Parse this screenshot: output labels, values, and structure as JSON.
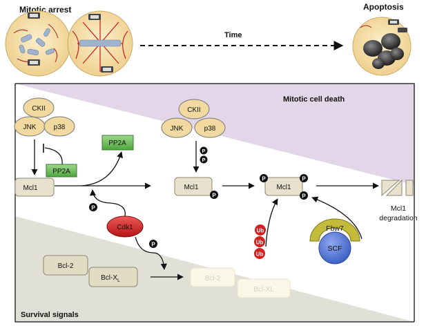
{
  "header": {
    "mitotic_arrest": "Mitotic arrest",
    "time": "Time",
    "apoptosis": "Apoptosis"
  },
  "regions": {
    "mitotic_cell_death": "Mitotic cell death",
    "survival_signals": "Survival signals"
  },
  "kinases": {
    "ckii": "CKII",
    "jnk": "JNK",
    "p38": "p38"
  },
  "proteins": {
    "mcl1": "Mcl1",
    "pp2a": "PP2A",
    "cdk1": "Cdk1",
    "fbw7": "Fbw7",
    "scf": "SCF",
    "bcl2": "Bcl-2",
    "bclxl_main": "Bcl-X",
    "bclxl_sub": "L",
    "bclxl_faded": "Bcl-XL"
  },
  "modifications": {
    "phospho": "P",
    "ubiquitin": "Ub"
  },
  "outcome": {
    "line1": "Mcl1",
    "line2": "degradation"
  },
  "colors": {
    "kinase_fill": "#f2d9a0",
    "mcl1_fill": "#e7e1cd",
    "pp2a_fill": "#6cbf5c",
    "cdk1_fill": "#d92a2a",
    "ub_fill": "#d42020",
    "scf_fill": "#4f73d6",
    "fbw7_fill": "#c4bb3a",
    "mitotic_death_bg": "#e3d6e9",
    "survival_bg": "#e1e0d6",
    "cell_fill": "#f7e4b4"
  },
  "icons": [
    "kinetochore-icon",
    "microtubule-icon",
    "chromosome-icon",
    "apoptotic-body-icon",
    "phospho-badge-icon",
    "ubiquitin-badge-icon"
  ]
}
